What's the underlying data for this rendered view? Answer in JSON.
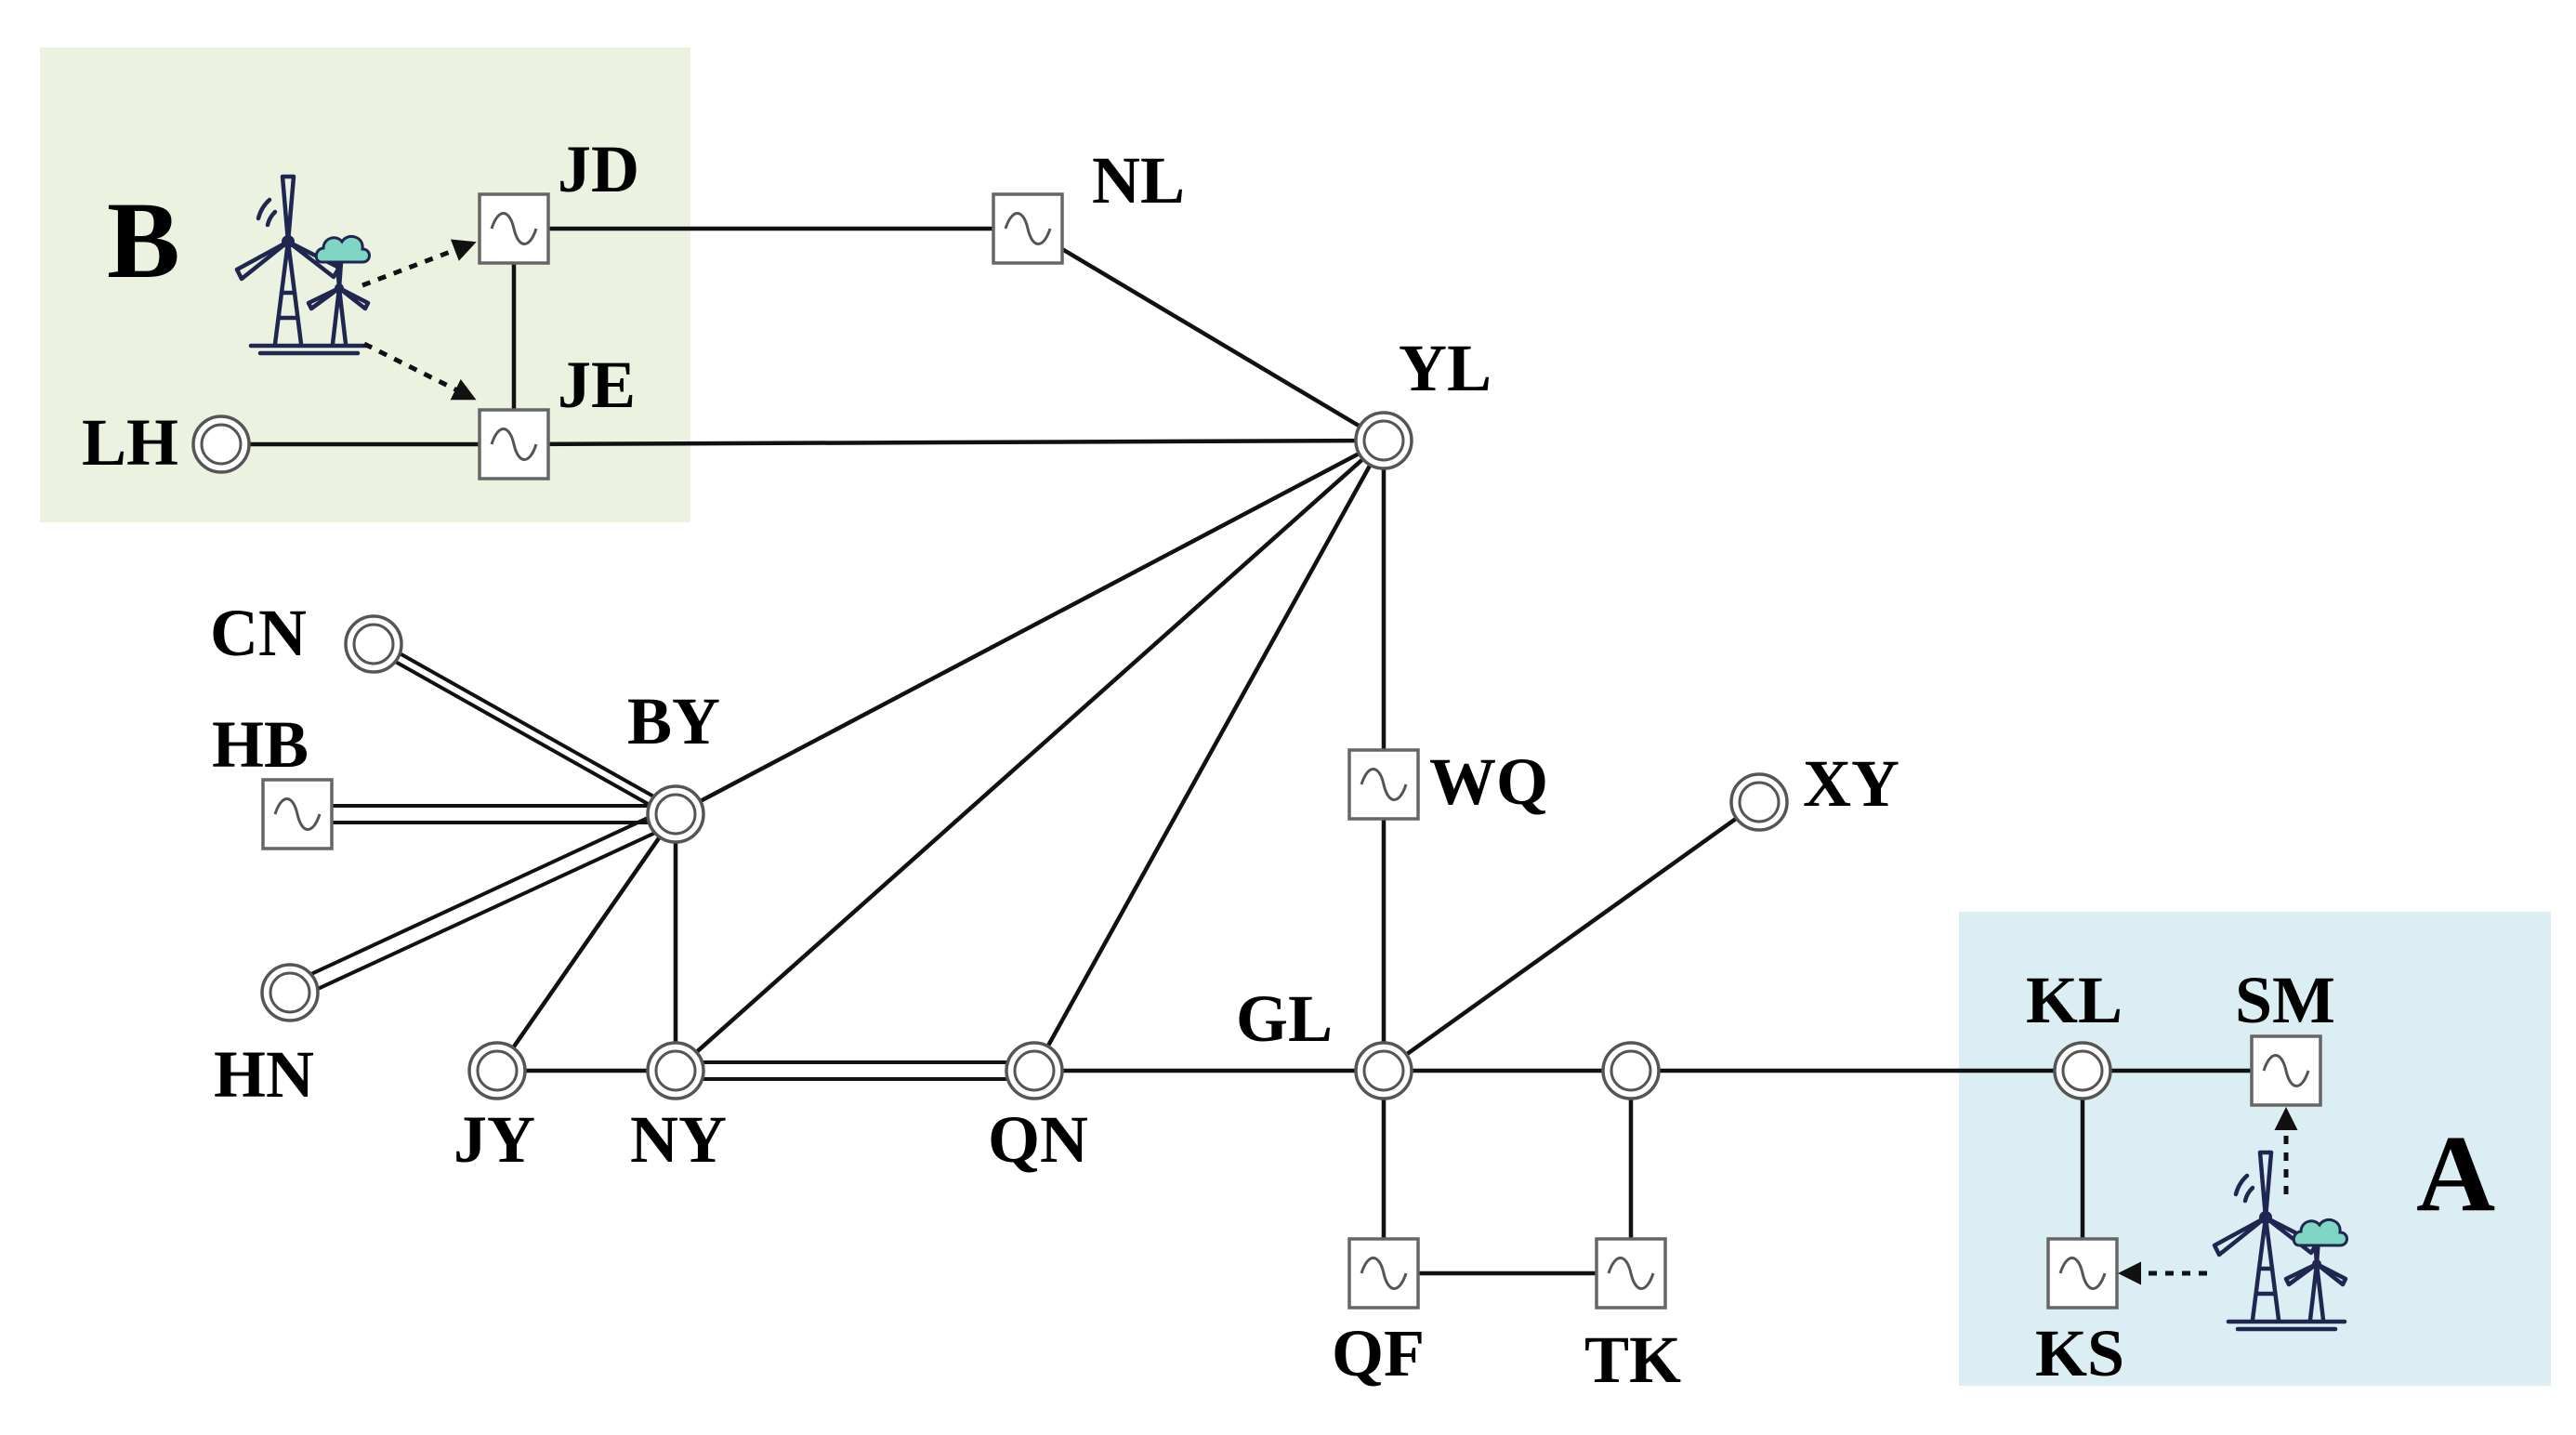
{
  "regions": {
    "a": {
      "label": "A",
      "color": "#dbeef4"
    },
    "b": {
      "label": "B",
      "color": "#ebf2e0"
    }
  },
  "nodes": {
    "JD": {
      "label": "JD",
      "type": "generator"
    },
    "JE": {
      "label": "JE",
      "type": "generator"
    },
    "LH": {
      "label": "LH",
      "type": "bus"
    },
    "NL": {
      "label": "NL",
      "type": "generator"
    },
    "YL": {
      "label": "YL",
      "type": "bus"
    },
    "CN": {
      "label": "CN",
      "type": "bus"
    },
    "HB": {
      "label": "HB",
      "type": "generator"
    },
    "BY": {
      "label": "BY",
      "type": "bus"
    },
    "HN": {
      "label": "HN",
      "type": "bus"
    },
    "JY": {
      "label": "JY",
      "type": "bus"
    },
    "NY": {
      "label": "NY",
      "type": "bus"
    },
    "QN": {
      "label": "QN",
      "type": "bus"
    },
    "WQ": {
      "label": "WQ",
      "type": "generator"
    },
    "XY": {
      "label": "XY",
      "type": "bus"
    },
    "GL": {
      "label": "GL",
      "type": "bus"
    },
    "TKB": {
      "label": "",
      "type": "bus"
    },
    "QF": {
      "label": "QF",
      "type": "generator"
    },
    "TK": {
      "label": "TK",
      "type": "generator"
    },
    "KL": {
      "label": "KL",
      "type": "bus"
    },
    "SM": {
      "label": "SM",
      "type": "generator"
    },
    "KS": {
      "label": "KS",
      "type": "generator"
    }
  },
  "icons": {
    "wind_farm": "wind-turbine-icon",
    "cloud": "cloud-icon",
    "bus": "double-circle-bus-icon",
    "generator": "sine-wave-generator-icon"
  }
}
